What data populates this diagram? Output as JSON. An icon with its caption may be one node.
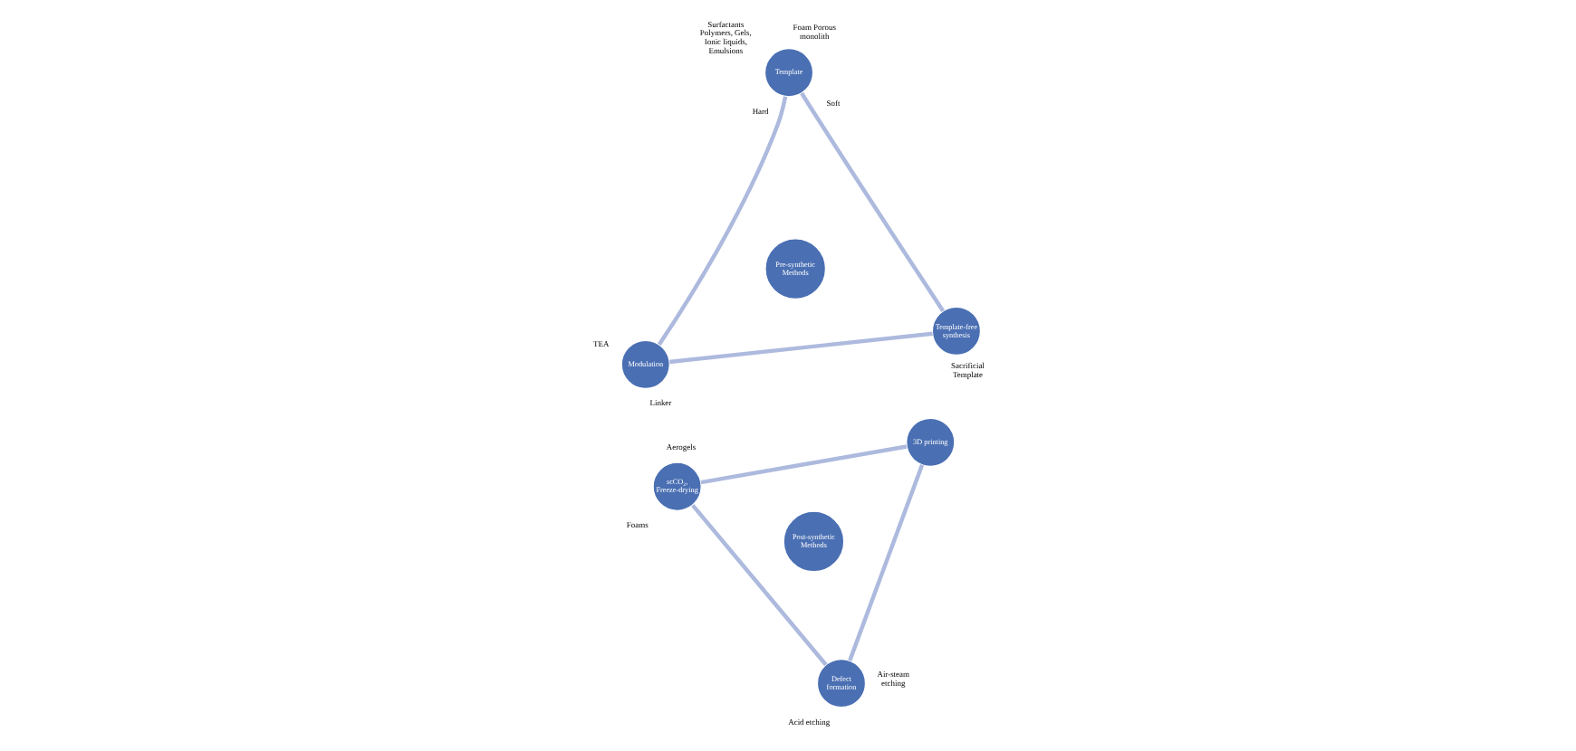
{
  "diagram": {
    "nodes": [
      {
        "text": [
          "Template"
        ],
        "beside": [
          "Soft",
          "Hard",
          "Surfactants Polymers, Gels, Ionic liquids, Emulsions",
          "Foam Porous monolith"
        ]
      },
      {
        "text": [
          "Pre-synthetic Methods"
        ]
      },
      {
        "text": [
          "Modulation"
        ],
        "beside": [
          "Linker",
          "TEA"
        ]
      },
      {
        "text": [
          "Template-free synthesis"
        ],
        "beside": [
          "Sacrificial Template"
        ]
      },
      {
        "text": [
          "Defect formation"
        ],
        "beside": [
          "Air-steam etching",
          "Acid etching"
        ]
      },
      {
        "text": [
          "Post-synthetic Methods"
        ]
      },
      {
        "text": [
          "scCO₂, Freeze-drying"
        ],
        "beside": [
          "Aerogels",
          "Foams"
        ]
      },
      {
        "text": [
          "3D printing"
        ]
      }
    ],
    "edges": [
      {
        "from": 0,
        "to": 2,
        "arrow": "none"
      },
      {
        "from": 2,
        "to": 3,
        "arrow": "none"
      },
      {
        "from": 0,
        "to": 3,
        "arrow": "none"
      },
      {
        "from": 4,
        "to": 6,
        "arrow": "none"
      },
      {
        "from": 6,
        "to": 7,
        "arrow": "none"
      },
      {
        "from": 4,
        "to": 7,
        "arrow": "none"
      }
    ]
  }
}
